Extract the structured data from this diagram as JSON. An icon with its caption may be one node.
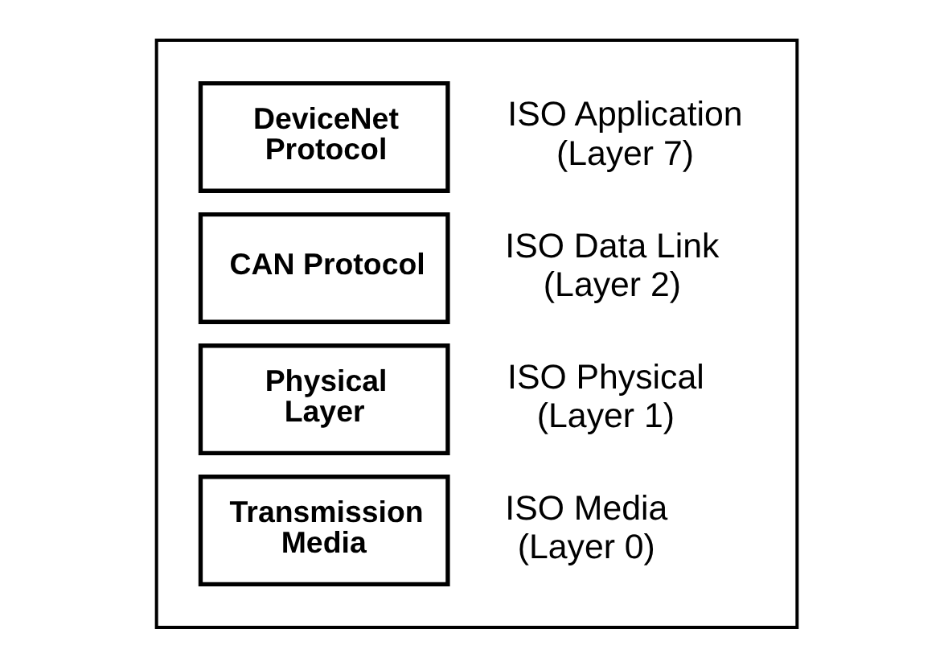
{
  "diagram": {
    "nodes": [
      {
        "text": [],
        "shape": "box"
      },
      {
        "text": [
          "DeviceNet Protocol"
        ],
        "in": 0,
        "beside": [
          "ISO Application (Layer 7)"
        ]
      },
      {
        "text": [
          "CAN Protocol"
        ],
        "in": 0,
        "beside": [
          "ISO Data Link (Layer 2)"
        ]
      },
      {
        "text": [
          "Physical Layer"
        ],
        "in": 0,
        "beside": [
          "ISO Physical (Layer 1)"
        ]
      },
      {
        "text": [
          "Transmission Media"
        ],
        "in": 0,
        "beside": [
          "ISO Media (Layer 0)"
        ]
      }
    ],
    "edges": []
  }
}
